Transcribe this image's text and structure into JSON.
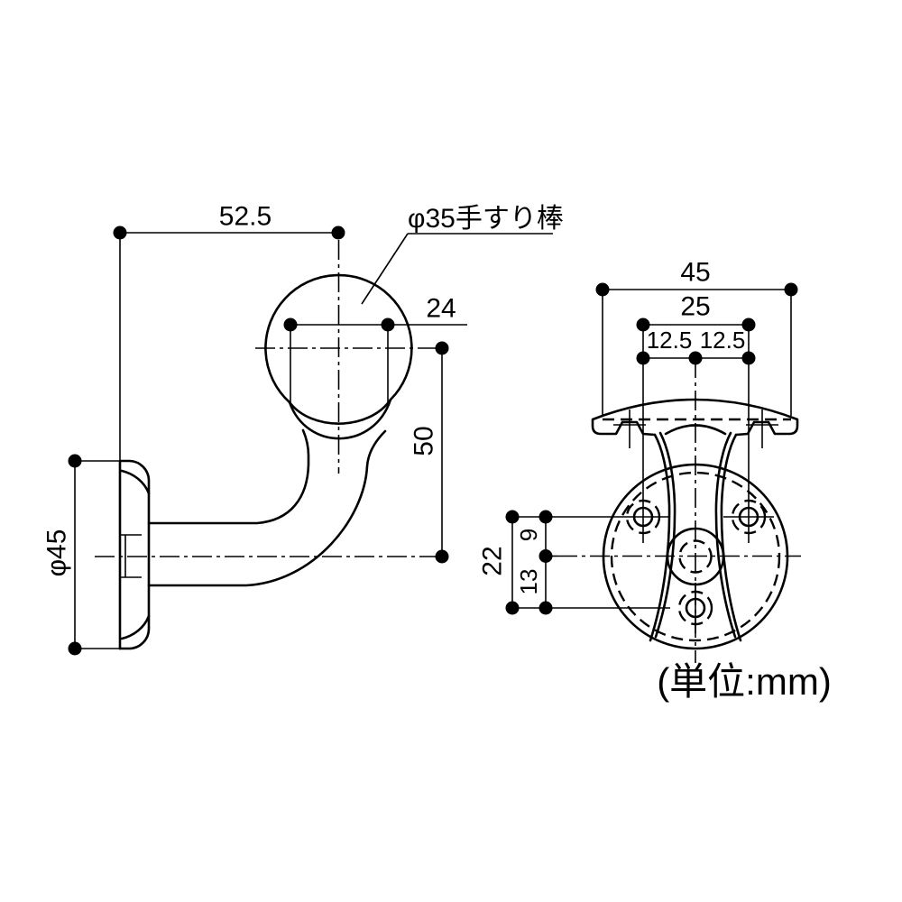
{
  "colors": {
    "ink": "#000000",
    "background": "#ffffff"
  },
  "labels": {
    "part_label": "φ35手すり棒",
    "unit_note": "(単位:mm)"
  },
  "side_view": {
    "dim_horizontal_offset": "52.5",
    "dim_cup_width": "24",
    "dim_vertical_offset": "50",
    "dim_plate_diameter": "φ45"
  },
  "front_view": {
    "dim_overall_width": "45",
    "dim_hole_span": "25",
    "dim_hole_half_left": "12.5",
    "dim_hole_half_right": "12.5",
    "dim_vertical_span": "22",
    "dim_upper_offset": "9",
    "dim_lower_offset": "13"
  }
}
